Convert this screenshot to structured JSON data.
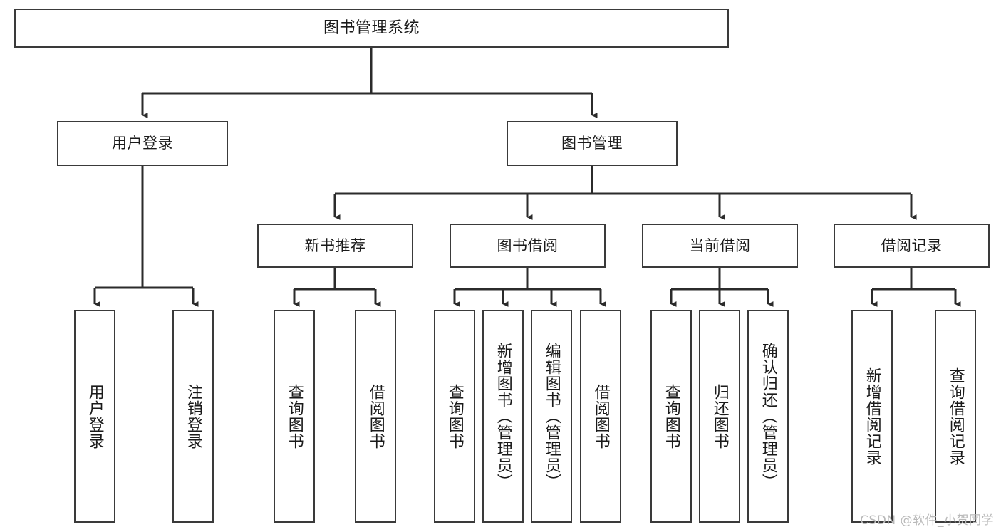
{
  "diagram": {
    "title": "图书管理系统",
    "type": "hierarchy-tree",
    "watermark": "CSDN @软件_小贺同学",
    "colors": {
      "box_border": "#3a3a3a",
      "connector": "#2b2b2b",
      "background": "#ffffff",
      "text": "#1a1a1a",
      "watermark": "#b9b9b9"
    },
    "levels": {
      "root": {
        "label": "图书管理系统"
      },
      "level2": [
        {
          "label": "用户登录"
        },
        {
          "label": "图书管理"
        }
      ],
      "level3": [
        {
          "label": "新书推荐"
        },
        {
          "label": "图书借阅"
        },
        {
          "label": "当前借阅"
        },
        {
          "label": "借阅记录"
        }
      ],
      "leaves": {
        "user_login": [
          {
            "label": "用户登录"
          },
          {
            "label": "注销登录"
          }
        ],
        "new_book_recommend": [
          {
            "label": "查询图书"
          },
          {
            "label": "借阅图书"
          }
        ],
        "book_borrow": [
          {
            "label": "查询图书"
          },
          {
            "label": "新增图书（管理员）"
          },
          {
            "label": "编辑图书（管理员）"
          },
          {
            "label": "借阅图书"
          }
        ],
        "current_borrow": [
          {
            "label": "查询图书"
          },
          {
            "label": "归还图书"
          },
          {
            "label": "确认归还（管理员）"
          }
        ],
        "borrow_record": [
          {
            "label": "新增借阅记录"
          },
          {
            "label": "查询借阅记录"
          }
        ]
      }
    }
  }
}
